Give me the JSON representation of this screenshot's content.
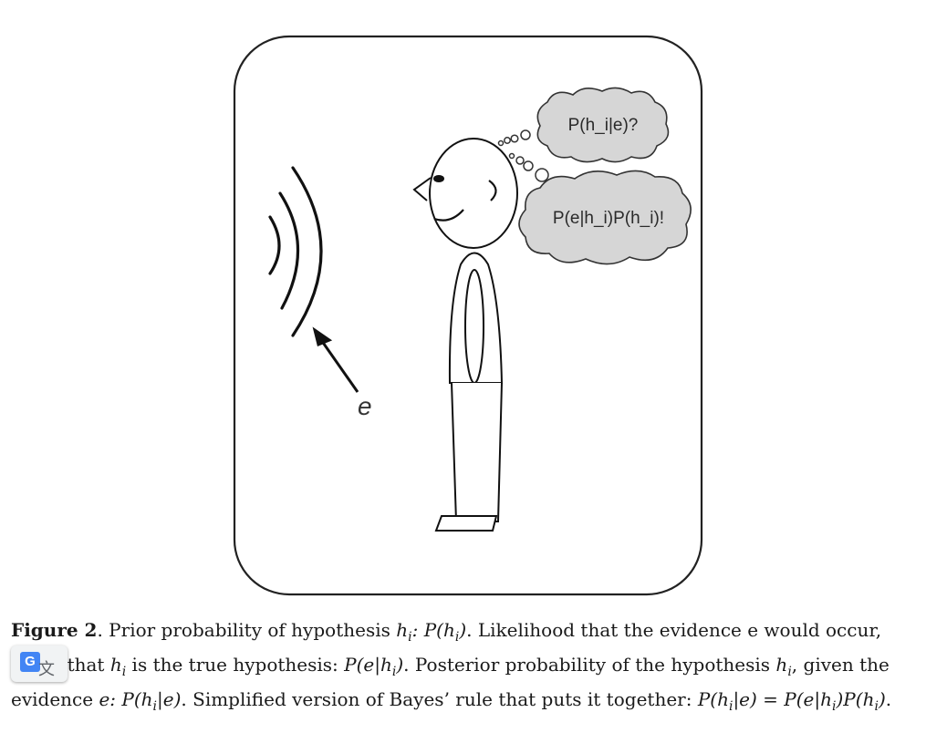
{
  "figure": {
    "bubble_top_text": "P(h_i|e)?",
    "bubble_bottom_text": "P(e|h_i)P(h_i)!",
    "evidence_label": "e"
  },
  "caption": {
    "label": "Figure 2",
    "t1": ". Prior probability of hypothesis ",
    "t2": ". Likelihood that the evidence e would occur, given that ",
    "t3": " is the true hypothesis: ",
    "t4": ". Posterior probability of the hypothesis ",
    "t5": ", given the evidence ",
    "t6": ". Simplified version of Bayes’ rule that puts it together: ",
    "t7": "."
  },
  "overlay": {
    "translate_icon": "google-translate-icon",
    "translate_letter": "G"
  }
}
